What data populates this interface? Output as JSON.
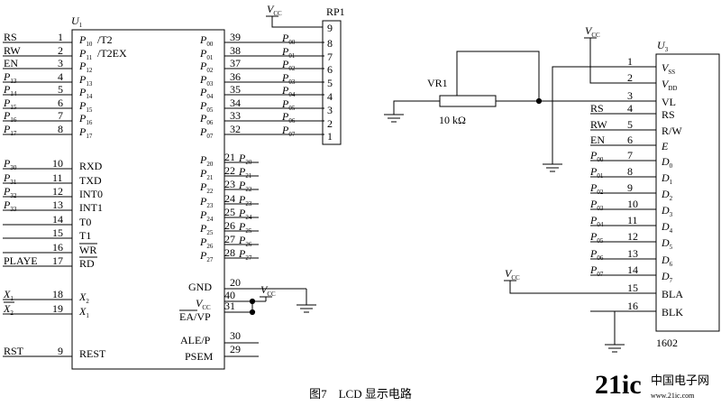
{
  "figure": {
    "caption": "图7　LCD 显示电路",
    "watermark_logo": "21ic",
    "watermark_cn": "中国电子网",
    "watermark_url": "www.21ic.com"
  },
  "u1": {
    "name": "U",
    "sub": "1",
    "left_pins": [
      {
        "net": "RS",
        "num": "1",
        "func": "P",
        "fsub": "10",
        "fext": "/T2"
      },
      {
        "net": "RW",
        "num": "2",
        "func": "P",
        "fsub": "11",
        "fext": "/T2EX"
      },
      {
        "net": "EN",
        "num": "3",
        "func": "P",
        "fsub": "12",
        "fext": ""
      },
      {
        "net": "P",
        "nsub": "13",
        "num": "4",
        "func": "P",
        "fsub": "13",
        "fext": ""
      },
      {
        "net": "P",
        "nsub": "14",
        "num": "5",
        "func": "P",
        "fsub": "14",
        "fext": ""
      },
      {
        "net": "P",
        "nsub": "15",
        "num": "6",
        "func": "P",
        "fsub": "15",
        "fext": ""
      },
      {
        "net": "P",
        "nsub": "16",
        "num": "7",
        "func": "P",
        "fsub": "16",
        "fext": ""
      },
      {
        "net": "P",
        "nsub": "17",
        "num": "8",
        "func": "P",
        "fsub": "17",
        "fext": ""
      },
      {
        "net": "P",
        "nsub": "30",
        "num": "10",
        "func": "RXD"
      },
      {
        "net": "P",
        "nsub": "31",
        "num": "11",
        "func": "TXD"
      },
      {
        "net": "P",
        "nsub": "32",
        "num": "12",
        "func": "INT0"
      },
      {
        "net": "P",
        "nsub": "33",
        "num": "13",
        "func": "INT1"
      },
      {
        "net": "",
        "num": "14",
        "func": "T0"
      },
      {
        "net": "",
        "num": "15",
        "func": "T1"
      },
      {
        "net": "",
        "num": "16",
        "func": "WR"
      },
      {
        "net": "PLAYE",
        "num": "17",
        "func": "RD"
      },
      {
        "net": "X",
        "nsub": "1",
        "num": "18",
        "func": "X",
        "fsub": "2"
      },
      {
        "net": "X",
        "nsub": "2",
        "num": "19",
        "func": "X",
        "fsub": "1"
      },
      {
        "net": "RST",
        "num": "9",
        "func": "REST"
      }
    ],
    "right_top": [
      {
        "num": "39",
        "func": "P",
        "fsub": "00",
        "net": "P",
        "nsub": "00"
      },
      {
        "num": "38",
        "func": "P",
        "fsub": "01",
        "net": "P",
        "nsub": "01"
      },
      {
        "num": "37",
        "func": "P",
        "fsub": "02",
        "net": "P",
        "nsub": "02"
      },
      {
        "num": "36",
        "func": "P",
        "fsub": "03",
        "net": "P",
        "nsub": "03"
      },
      {
        "num": "35",
        "func": "P",
        "fsub": "04",
        "net": "P",
        "nsub": "04"
      },
      {
        "num": "34",
        "func": "P",
        "fsub": "05",
        "net": "P",
        "nsub": "05"
      },
      {
        "num": "33",
        "func": "P",
        "fsub": "06",
        "net": "P",
        "nsub": "06"
      },
      {
        "num": "32",
        "func": "P",
        "fsub": "07",
        "net": "P",
        "nsub": "07"
      }
    ],
    "right_p2": [
      {
        "num": "21",
        "func": "P",
        "fsub": "20",
        "net": "P",
        "nsub": "20"
      },
      {
        "num": "22",
        "func": "P",
        "fsub": "21",
        "net": "P",
        "nsub": "21"
      },
      {
        "num": "23",
        "func": "P",
        "fsub": "22",
        "net": "P",
        "nsub": "22"
      },
      {
        "num": "24",
        "func": "P",
        "fsub": "23",
        "net": "P",
        "nsub": "23"
      },
      {
        "num": "25",
        "func": "P",
        "fsub": "24",
        "net": "P",
        "nsub": "24"
      },
      {
        "num": "26",
        "func": "P",
        "fsub": "25",
        "net": "P",
        "nsub": "25"
      },
      {
        "num": "27",
        "func": "P",
        "fsub": "26",
        "net": "P",
        "nsub": "26"
      },
      {
        "num": "28",
        "func": "P",
        "fsub": "27",
        "net": "P",
        "nsub": "27"
      }
    ],
    "right_ctrl": [
      {
        "num": "20",
        "func": "GND"
      },
      {
        "num": "40",
        "func": "V",
        "fsub": "CC"
      },
      {
        "num": "31",
        "func": "EA/VP"
      },
      {
        "num": "30",
        "func": "ALE/P"
      },
      {
        "num": "29",
        "func": "PSEM"
      }
    ]
  },
  "rp1": {
    "name": "RP1",
    "pins": [
      "9",
      "8",
      "7",
      "6",
      "5",
      "4",
      "3",
      "2",
      "1"
    ]
  },
  "supply": {
    "main": "V",
    "sub": "CC"
  },
  "vr1": {
    "name": "VR1",
    "value": "10 kΩ"
  },
  "u3": {
    "name": "U",
    "sub": "3",
    "model": "1602",
    "pins": [
      {
        "num": "1",
        "func": "V",
        "fsub": "SS",
        "net": ""
      },
      {
        "num": "2",
        "func": "V",
        "fsub": "DD",
        "net": ""
      },
      {
        "num": "3",
        "func": "VL",
        "net": ""
      },
      {
        "num": "4",
        "func": "RS",
        "net": "RS"
      },
      {
        "num": "5",
        "func": "R/W",
        "net": "RW"
      },
      {
        "num": "6",
        "func": "E",
        "net": "EN"
      },
      {
        "num": "7",
        "func": "D",
        "fsub": "0",
        "net": "P",
        "nsub": "00"
      },
      {
        "num": "8",
        "func": "D",
        "fsub": "1",
        "net": "P",
        "nsub": "01"
      },
      {
        "num": "9",
        "func": "D",
        "fsub": "2",
        "net": "P",
        "nsub": "02"
      },
      {
        "num": "10",
        "func": "D",
        "fsub": "3",
        "net": "P",
        "nsub": "03"
      },
      {
        "num": "11",
        "func": "D",
        "fsub": "4",
        "net": "P",
        "nsub": "04"
      },
      {
        "num": "12",
        "func": "D",
        "fsub": "5",
        "net": "P",
        "nsub": "05"
      },
      {
        "num": "13",
        "func": "D",
        "fsub": "6",
        "net": "P",
        "nsub": "06"
      },
      {
        "num": "14",
        "func": "D",
        "fsub": "7",
        "net": "P",
        "nsub": "07"
      },
      {
        "num": "15",
        "func": "BLA",
        "net": ""
      },
      {
        "num": "16",
        "func": "BLK",
        "net": ""
      }
    ]
  }
}
